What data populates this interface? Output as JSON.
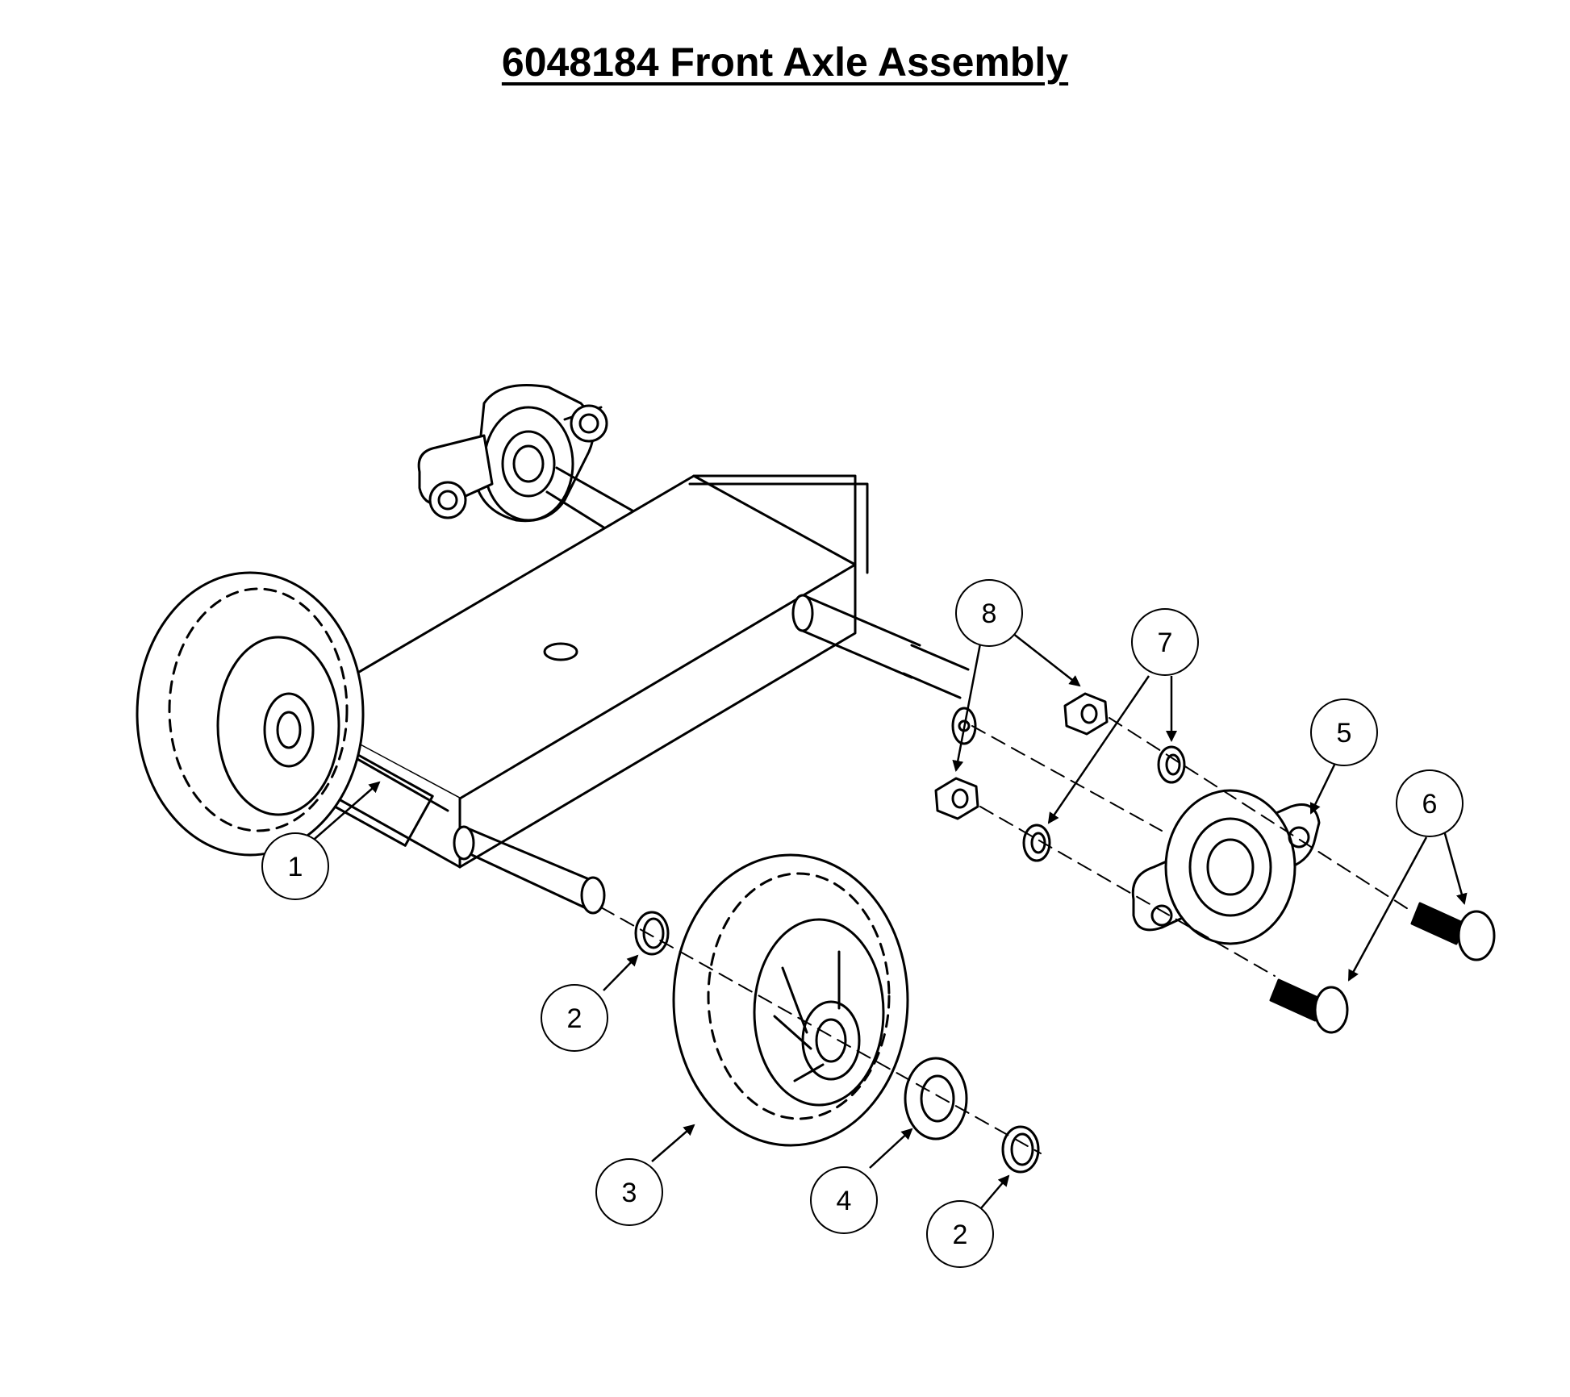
{
  "title": "6048184  Front Axle Assembly",
  "callouts": [
    {
      "id": "c1",
      "label": "1"
    },
    {
      "id": "c2a",
      "label": "2"
    },
    {
      "id": "c2b",
      "label": "2"
    },
    {
      "id": "c3",
      "label": "3"
    },
    {
      "id": "c4",
      "label": "4"
    },
    {
      "id": "c5",
      "label": "5"
    },
    {
      "id": "c6",
      "label": "6"
    },
    {
      "id": "c7",
      "label": "7"
    },
    {
      "id": "c8",
      "label": "8"
    }
  ],
  "colors": {
    "line": "#000000",
    "background": "#ffffff"
  }
}
